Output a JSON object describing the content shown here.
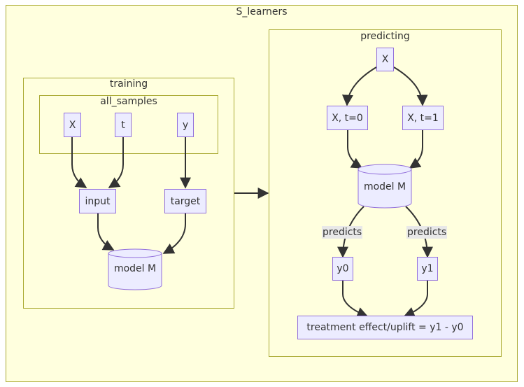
{
  "clusters": {
    "outer": "S_learners",
    "training": "training",
    "all_samples": "all_samples",
    "predicting": "predicting"
  },
  "training_nodes": {
    "x": "X",
    "t": "t",
    "y": "y",
    "input": "input",
    "target": "target",
    "model": "model M"
  },
  "predicting_nodes": {
    "x": "X",
    "x_t0": "X, t=0",
    "x_t1": "X, t=1",
    "model": "model M",
    "y0": "y0",
    "y1": "y1",
    "effect": "treatment effect/uplift = y1 - y0"
  },
  "edge_labels": {
    "predicts_left": "predicts",
    "predicts_right": "predicts"
  },
  "colors": {
    "cluster_fill": "#ffffde",
    "cluster_border": "#aaaa33",
    "node_fill": "#ececff",
    "node_border": "#9370db",
    "edge": "#333333",
    "edge_label_bg": "#e8e8e8"
  }
}
